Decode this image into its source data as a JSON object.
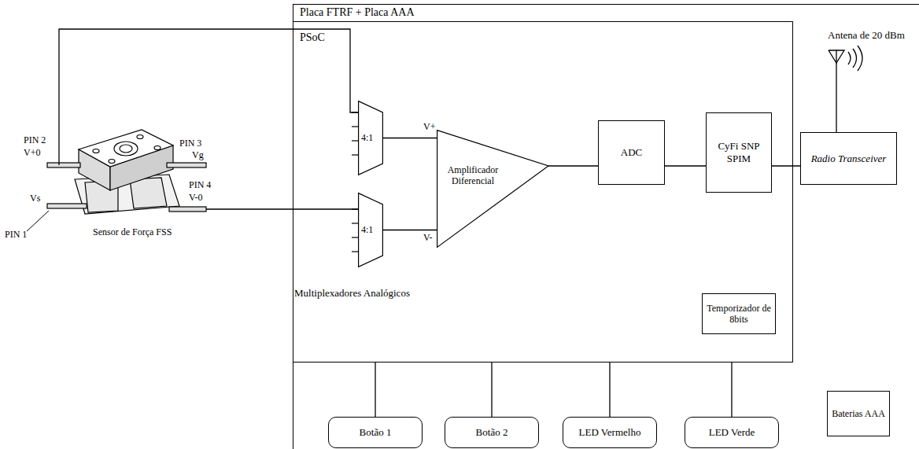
{
  "diagram": {
    "nodes": [
      {
        "text": [
          "Sensor de Força FSS"
        ]
      },
      {
        "text": [
          "Placa FTRF + Placa AAA"
        ]
      },
      {
        "text": [
          "PSoC"
        ],
        "in": 1
      },
      {
        "text": [
          "4:1"
        ],
        "in": 2
      },
      {
        "text": [
          "4:1"
        ],
        "in": 2
      },
      {
        "text": [
          "Amplificador Diferencial"
        ],
        "in": 2
      },
      {
        "text": [
          "ADC"
        ],
        "in": 2
      },
      {
        "text": [
          "CyFi SNP SPIM"
        ],
        "in": 2
      },
      {
        "text": [
          "Temporizador de 8bits"
        ],
        "in": 2
      },
      {
        "text": [
          "Radio Transceiver"
        ],
        "in": 1
      },
      {
        "text": [
          "Botão 1"
        ],
        "in": 1
      },
      {
        "text": [
          "Botão 2"
        ],
        "in": 1
      },
      {
        "text": [
          "LED Vermelho"
        ],
        "in": 1
      },
      {
        "text": [
          "LED Verde"
        ],
        "in": 1
      },
      {
        "text": [
          "Baterias AAA"
        ],
        "in": 1
      }
    ],
    "edges": [
      {
        "from": 0,
        "to": 3,
        "arrow": "none"
      },
      {
        "from": 0,
        "to": 4,
        "arrow": "none"
      },
      {
        "from": 3,
        "to": 5,
        "arrow": "none"
      },
      {
        "from": 4,
        "to": 5,
        "arrow": "none"
      },
      {
        "from": 5,
        "to": 6,
        "arrow": "none"
      },
      {
        "from": 6,
        "to": 7,
        "arrow": "none"
      },
      {
        "from": 7,
        "to": 9,
        "arrow": "none"
      },
      {
        "from": 2,
        "to": 10,
        "arrow": "none"
      },
      {
        "from": 2,
        "to": 11,
        "arrow": "none"
      },
      {
        "from": 2,
        "to": 12,
        "arrow": "none"
      },
      {
        "from": 2,
        "to": 13,
        "arrow": "none"
      }
    ],
    "labels": [
      "PIN 2",
      "V+0",
      "PIN 3",
      "Vg",
      "Vs",
      "PIN 1",
      "PIN 4",
      "V-0",
      "V+",
      "V-",
      "Multiplexadores Analógicos",
      "Antena de 20 dBm"
    ]
  }
}
